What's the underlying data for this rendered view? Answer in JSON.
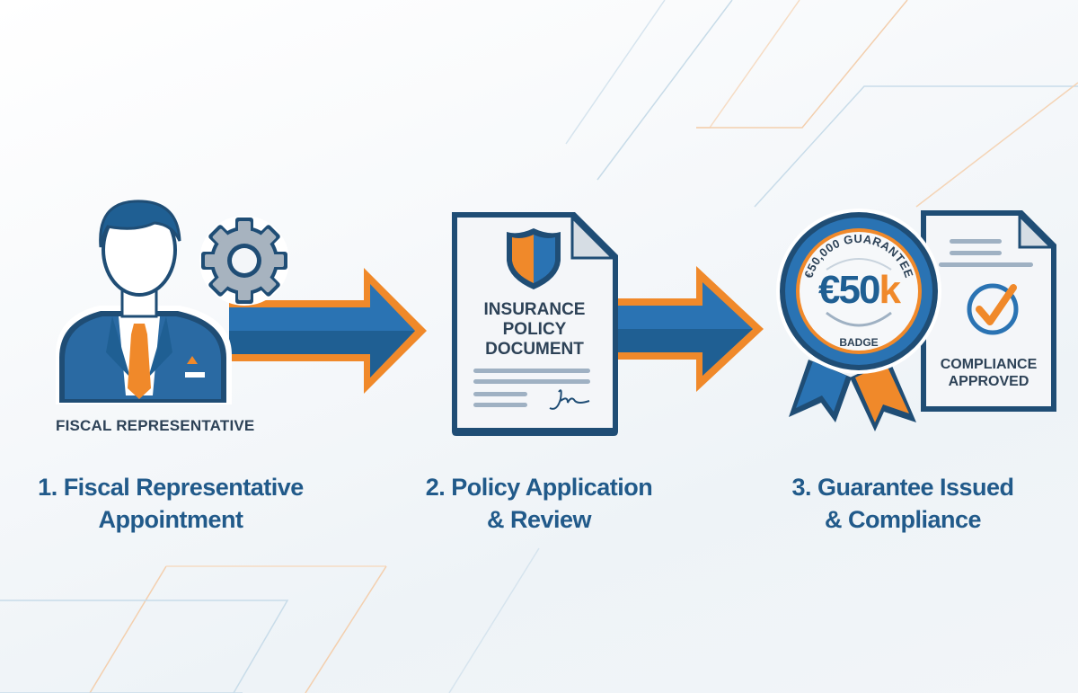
{
  "colors": {
    "primary_blue": "#1f5f93",
    "arrow_blue": "#2a73b3",
    "accent_orange": "#f0892a",
    "text_dark": "#2d4257",
    "title_blue": "#215a8a",
    "background": "#f3f6f9"
  },
  "steps": [
    {
      "number": "1",
      "title_line1": "1. Fiscal Representative",
      "title_line2": "Appointment",
      "icon": "businessman-with-gear-icon",
      "icon_label": "FISCAL REPRESENTATIVE"
    },
    {
      "number": "2",
      "title_line1": "2. Policy Application",
      "title_line2": "& Review",
      "icon": "insurance-document-with-shield-icon",
      "document_title_lines": [
        "INSURANCE",
        "POLICY",
        "DOCUMENT"
      ]
    },
    {
      "number": "3",
      "title_line1": "3. Guarantee Issued",
      "title_line2": "& Compliance",
      "icon": "guarantee-badge-and-compliance-document-icon",
      "badge_arc_text": "€50,000 GUARANTEE",
      "badge_amount_main": "€50",
      "badge_amount_suffix": "k",
      "badge_bottom_text": "BADGE",
      "compliance_lines": [
        "COMPLIANCE",
        "APPROVED"
      ]
    }
  ],
  "connectors": [
    {
      "from": "1",
      "to": "2",
      "icon": "arrow-right-icon"
    },
    {
      "from": "2",
      "to": "3",
      "icon": "arrow-right-icon"
    }
  ]
}
